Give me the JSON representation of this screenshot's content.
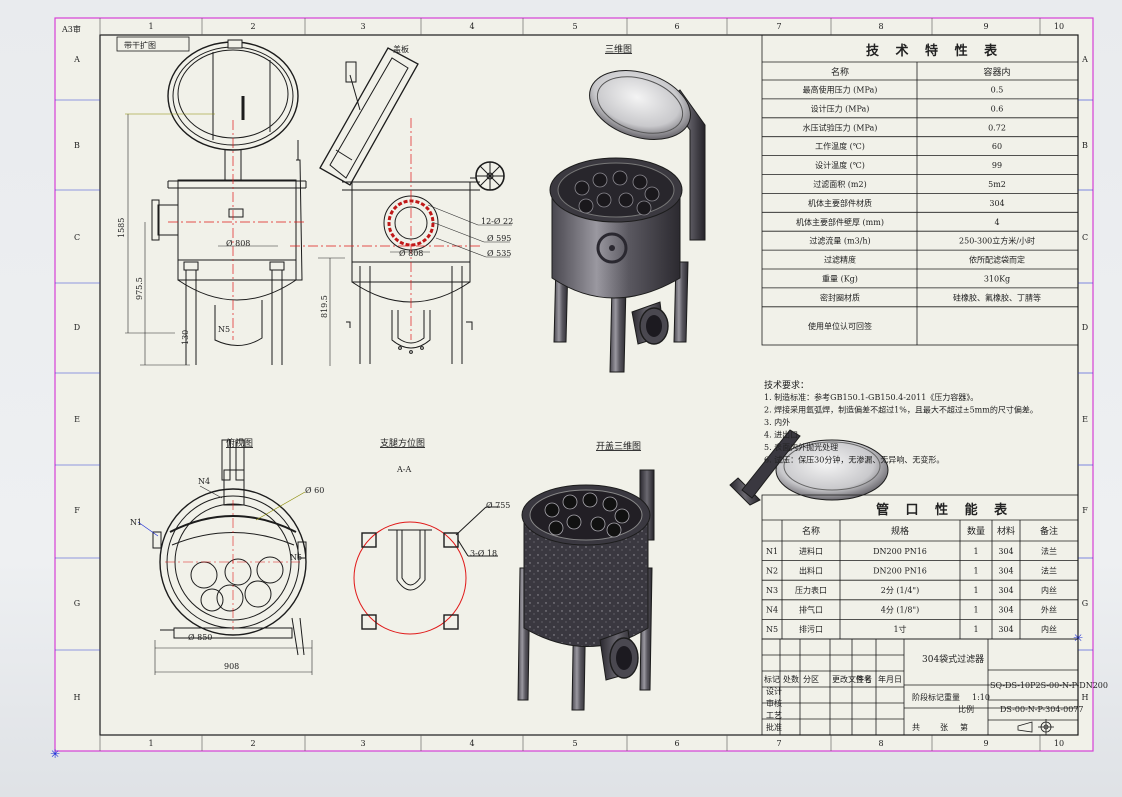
{
  "sheet": {
    "rev_box": "A3审",
    "top_left_note": "带干扩图",
    "col_numbers": [
      "1",
      "2",
      "3",
      "4",
      "5",
      "6",
      "7",
      "8",
      "9",
      "10"
    ],
    "row_letters": [
      "A",
      "B",
      "C",
      "D",
      "E",
      "F",
      "G",
      "H"
    ]
  },
  "views": {
    "iso_view": "三维图",
    "top_view": "俯视图",
    "support_view": "支腿方位图",
    "section_aa": "A-A",
    "open_iso_view": "开盖三维图",
    "cover_label": "盖板"
  },
  "dimensions": {
    "front_dia": "Ø 808",
    "side_dia": "Ø 808",
    "height_total": "1585",
    "height_inlet": "975.5",
    "height_outlet": "819.5",
    "leg_h": "130",
    "bolt_spec": "12-Ø 22",
    "flange_1": "Ø 595",
    "flange_2": "Ø 535",
    "top_dia": "Ø 850",
    "top_width": "908",
    "top_n1": "N1",
    "top_n4": "N4",
    "top_n5": "N5",
    "top_dim": "Ø 60",
    "support_dia": "Ø 755",
    "support_holes": "3-Ø 18",
    "front_n5": "N5"
  },
  "tech_table": {
    "title": "技 术 特 性 表",
    "header": [
      "名称",
      "容器内"
    ],
    "rows": [
      [
        "最高使用压力 (MPa)",
        "0.5"
      ],
      [
        "设计压力 (MPa)",
        "0.6"
      ],
      [
        "水压试验压力 (MPa)",
        "0.72"
      ],
      [
        "工作温度 (℃)",
        "60"
      ],
      [
        "设计温度 (℃)",
        "99"
      ],
      [
        "过滤面积 (m2)",
        "5m2"
      ],
      [
        "机体主要部件材质",
        "304"
      ],
      [
        "机体主要部件壁厚 (mm)",
        "4"
      ],
      [
        "过滤流量 (m3/h)",
        "250-300立方米/小时"
      ],
      [
        "过滤精度",
        "依所配滤袋而定"
      ],
      [
        "重量 (Kg)",
        "310Kg"
      ],
      [
        "密封圈材质",
        "硅橡胶、氟橡胶、丁腈等"
      ],
      [
        "使用单位认可回签",
        ""
      ]
    ]
  },
  "tech_requirements": {
    "title": "技术要求：",
    "lines": [
      "1. 制造标准：参考GB150.1-GB150.4-2011《压力容器》。",
      "2. 焊接采用氩弧焊，制造偏差不超过1%，且最大不超过±5mm的尺寸偏差。",
      "3. 内外",
      "4. 进出口",
      "5. 表面内外抛光处理",
      "6. 试压：保压30分钟，无渗漏、无异响、无变形。"
    ]
  },
  "port_table": {
    "title": "管 口 性 能 表",
    "header": [
      "",
      "名称",
      "规格",
      "数量",
      "材料",
      "备注"
    ],
    "rows": [
      [
        "N1",
        "进料口",
        "DN200 PN16",
        "1",
        "304",
        "法兰"
      ],
      [
        "N2",
        "出料口",
        "DN200 PN16",
        "1",
        "304",
        "法兰"
      ],
      [
        "N3",
        "压力表口",
        "2分 (1/4\")",
        "1",
        "304",
        "内丝"
      ],
      [
        "N4",
        "排气口",
        "4分 (1/8\")",
        "1",
        "304",
        "外丝"
      ],
      [
        "N5",
        "排污口",
        "1寸",
        "1",
        "304",
        "内丝"
      ]
    ]
  },
  "title_block": {
    "name": "304袋式过滤器",
    "code": "SQ-DS-10P2S-00-N-P-DN200",
    "drawing_no": "DS-00-N-P-304-0077",
    "labels": [
      "设计",
      "审核",
      "工艺",
      "批准",
      "标记",
      "处数",
      "分区",
      "更改文件号",
      "签名",
      "年月日",
      "阶段标记",
      "重量",
      "比例",
      "共",
      "张",
      "第"
    ],
    "scale": "1:10"
  },
  "colors": {
    "border": "#d63fd6",
    "line": "#1c1c1c",
    "center": "#e01818",
    "dim": "#2a2a2a",
    "paper": "#f1f1e9",
    "leader": "#8a8a00",
    "blue": "#1a2ad8"
  }
}
